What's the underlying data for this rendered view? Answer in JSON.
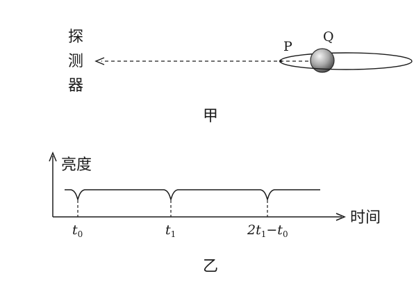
{
  "figure_a": {
    "detector_label": [
      "探",
      "测",
      "器"
    ],
    "label_p": "P",
    "label_q": "Q",
    "caption": "甲"
  },
  "figure_b": {
    "y_axis_label": "亮度",
    "x_axis_label": "时间",
    "ticks": [
      {
        "base": "t",
        "sub": "0"
      },
      {
        "base": "t",
        "sub": "1"
      },
      {
        "pre": "2t",
        "sub": "1",
        "post": "−t",
        "sub2": "0"
      }
    ],
    "caption": "乙"
  },
  "colors": {
    "ink": "#1a1a1a",
    "planet_light": "#f2f2f2",
    "planet_dark": "#5a5a5a"
  }
}
